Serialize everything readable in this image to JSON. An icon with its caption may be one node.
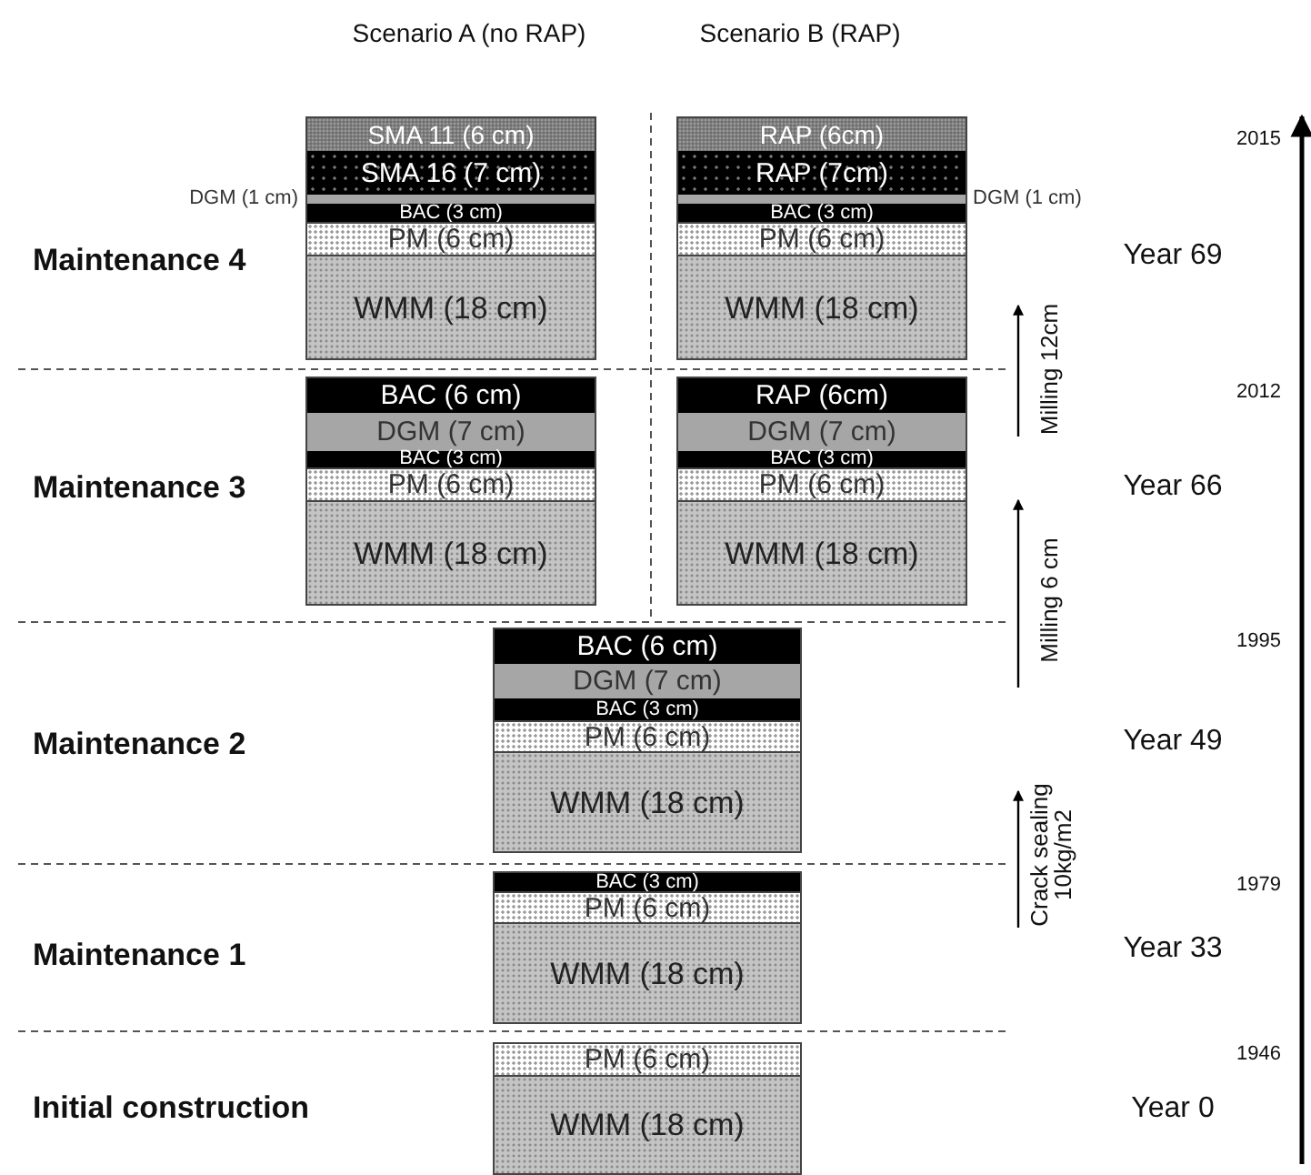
{
  "diagram": {
    "nodes": [
      {
        "text": [
          "SMA 11 (6 cm)"
        ]
      },
      {
        "text": [
          "SMA 16 (7 cm)"
        ]
      },
      {
        "text": [],
        "shape": "bar",
        "beside": [
          "DGM (1 cm)"
        ]
      },
      {
        "text": [
          "BAC (3 cm)"
        ]
      },
      {
        "text": [
          "PM (6 cm)"
        ]
      },
      {
        "text": [
          "WMM (18 cm)"
        ]
      },
      {
        "text": [
          "RAP (6cm)"
        ]
      },
      {
        "text": [
          "RAP (7cm)"
        ]
      },
      {
        "text": [],
        "shape": "bar",
        "beside": [
          "DGM (1 cm)"
        ]
      },
      {
        "text": [
          "BAC (3 cm)"
        ]
      },
      {
        "text": [
          "PM (6 cm)"
        ]
      },
      {
        "text": [
          "WMM (18 cm)"
        ]
      },
      {
        "text": [
          "BAC (6 cm)"
        ]
      },
      {
        "text": [
          "DGM (7 cm)"
        ]
      },
      {
        "text": [
          "BAC (3 cm)"
        ]
      },
      {
        "text": [
          "PM (6 cm)"
        ]
      },
      {
        "text": [
          "WMM (18 cm)"
        ]
      },
      {
        "text": [
          "RAP (6cm)"
        ]
      },
      {
        "text": [
          "DGM (7 cm)"
        ]
      },
      {
        "text": [
          "BAC (3 cm)"
        ]
      },
      {
        "text": [
          "PM (6 cm)"
        ]
      },
      {
        "text": [
          "WMM (18 cm)"
        ]
      },
      {
        "text": [
          "BAC (6 cm)"
        ]
      },
      {
        "text": [
          "DGM (7 cm)"
        ]
      },
      {
        "text": [
          "BAC (3 cm)"
        ]
      },
      {
        "text": [
          "PM (6 cm)"
        ]
      },
      {
        "text": [
          "WMM (18 cm)"
        ]
      },
      {
        "text": [
          "BAC (3 cm)"
        ]
      },
      {
        "text": [
          "PM (6 cm)"
        ]
      },
      {
        "text": [
          "WMM (18 cm)"
        ]
      },
      {
        "text": [
          "PM (6 cm)"
        ]
      },
      {
        "text": [
          "WMM (18 cm)"
        ]
      }
    ],
    "labels": [
      "Scenario A (no RAP)",
      "Scenario B (RAP)",
      "2015",
      "Maintenance 4",
      "Year 69",
      "Milling 12cm",
      "2012",
      "Maintenance 3",
      "Year 66",
      "Milling 6 cm",
      "1995",
      "Maintenance 2",
      "Year 49",
      "Crack sealing 10kg/m2",
      "1979",
      "Maintenance 1",
      "Year 33",
      "1946",
      "Initial construction",
      "Year 0"
    ]
  }
}
